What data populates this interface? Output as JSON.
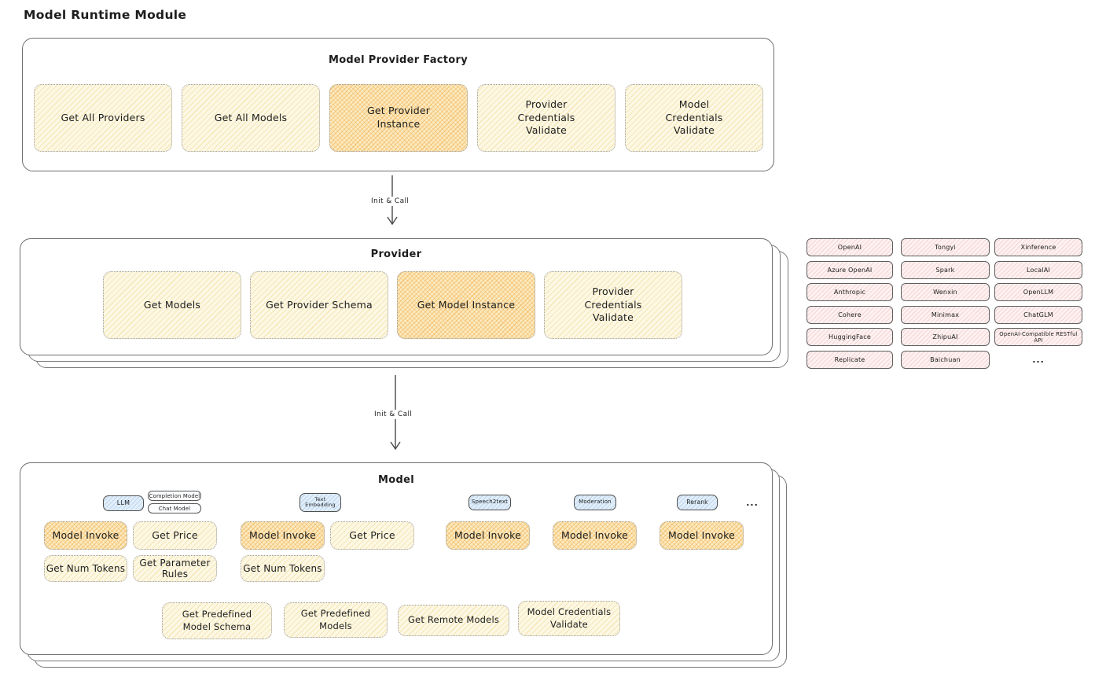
{
  "page_title": "Model Runtime Module",
  "arrows": {
    "init_call_1": "Init & Call",
    "init_call_2": "Init & Call"
  },
  "factory": {
    "title": "Model Provider Factory",
    "buttons": [
      {
        "label": "Get All Providers",
        "highlighted": false
      },
      {
        "label": "Get All Models",
        "highlighted": false
      },
      {
        "label": "Get Provider Instance",
        "highlighted": true
      },
      {
        "label": "Provider Credentials Validate",
        "highlighted": false
      },
      {
        "label": "Model Credentials Validate",
        "highlighted": false
      }
    ]
  },
  "provider": {
    "title": "Provider",
    "buttons": [
      {
        "label": "Get Models",
        "highlighted": false
      },
      {
        "label": "Get Provider Schema",
        "highlighted": false
      },
      {
        "label": "Get Model Instance",
        "highlighted": true
      },
      {
        "label": "Provider Credentials Validate",
        "highlighted": false
      }
    ]
  },
  "provider_list": {
    "column1": [
      "OpenAI",
      "Azure OpenAI",
      "Anthropic",
      "Cohere",
      "HuggingFace",
      "Replicate"
    ],
    "column2": [
      "Tongyi",
      "Spark",
      "Wenxin",
      "Minimax",
      "ZhipuAI",
      "Baichuan"
    ],
    "column3": [
      "Xinference",
      "LocalAI",
      "OpenLLM",
      "ChatGLM",
      "OpenAI-Compatible RESTful API"
    ],
    "more": "..."
  },
  "model": {
    "title": "Model",
    "types": {
      "llm": "LLM",
      "completion": "Completion Model",
      "chat": "Chat Model",
      "text_embedding": "Text Embedding",
      "speech2text": "Speech2text",
      "moderation": "Moderation",
      "rerank": "Rerank",
      "more": "..."
    },
    "buttons": {
      "model_invoke": "Model Invoke",
      "get_price": "Get Price",
      "get_num_tokens": "Get Num Tokens",
      "get_parameter_rules": "Get Parameter Rules"
    },
    "bottom_buttons": [
      "Get Predefined Model Schema",
      "Get Predefined Models",
      "Get Remote Models",
      "Model Credentials Validate"
    ]
  },
  "colors": {
    "highlight_fill": "#f3b95f",
    "action_fill": "#fbf3d3",
    "provider_chip_fill": "#fceded",
    "model_type_fill": "#dcecf9",
    "container_border": "#6e6e6e",
    "text": "#1d1d1d"
  }
}
